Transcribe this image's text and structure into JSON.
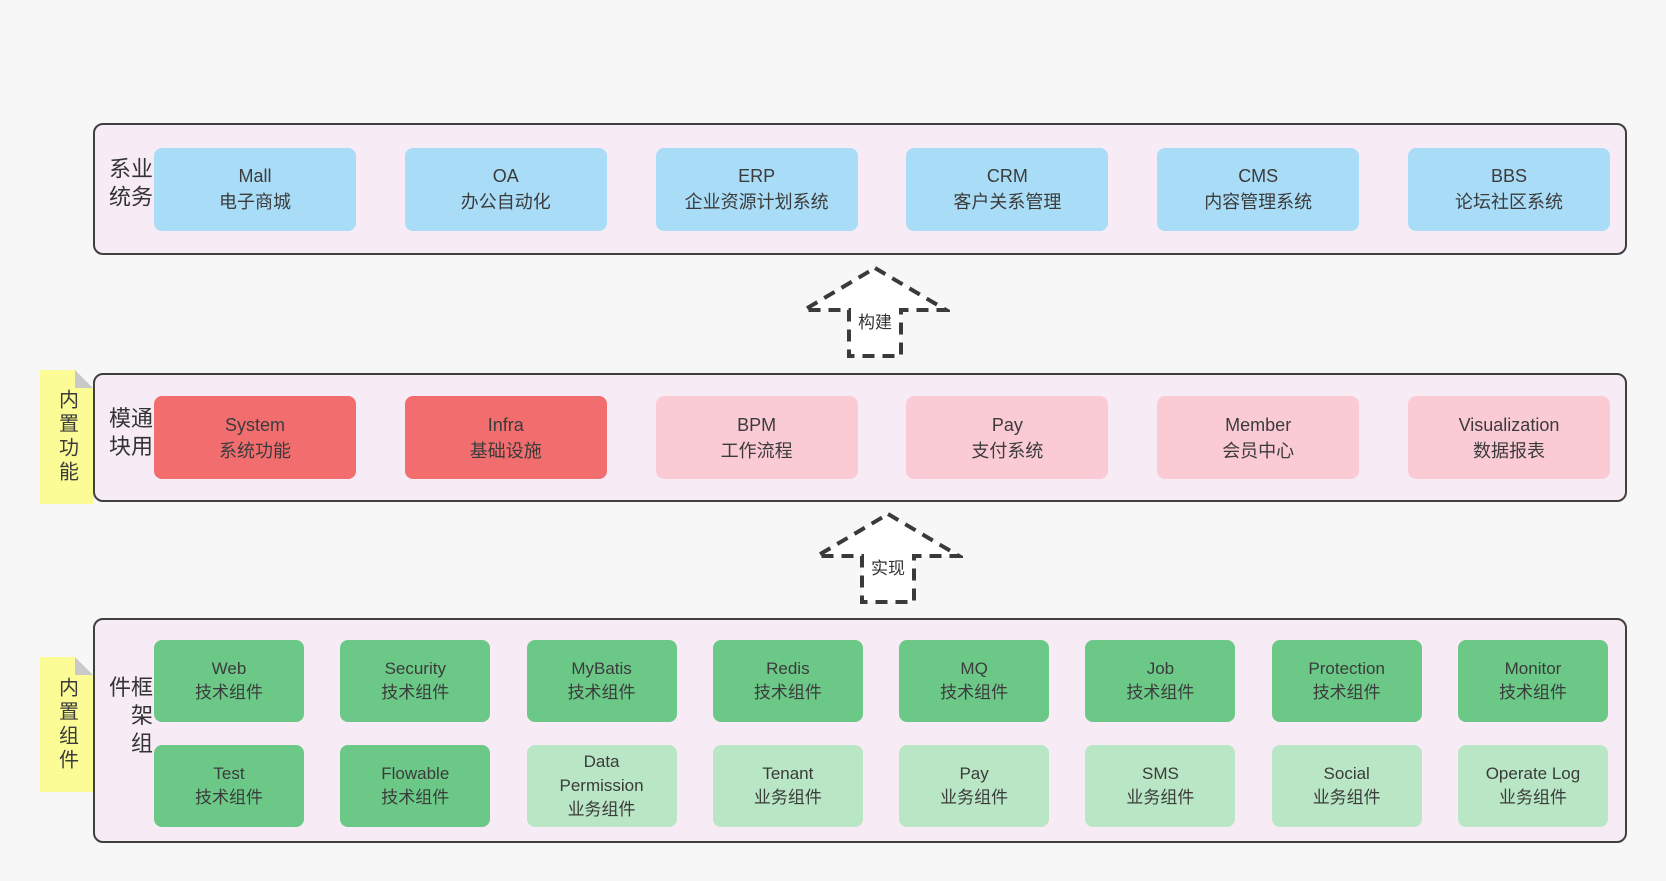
{
  "palette": {
    "page-bg": "#f7f7f7",
    "band-bg": "#f7ecf5",
    "band-border": "#3f3f3f",
    "blue": "#a9dcf7",
    "red": "#f26d6e",
    "pink": "#fbcbd5",
    "green": "#6bc887",
    "light-green": "#b9e6c4",
    "yellow": "#fbfc95",
    "fold-gray": "#c9c9c9",
    "text": "#3b3b3b",
    "arrow-stroke": "#3a3a3a"
  },
  "arrows": [
    {
      "label": "构建"
    },
    {
      "label": "实现"
    }
  ],
  "bands": [
    {
      "side_label": "业务系统",
      "boxes": [
        {
          "name": "Mall",
          "desc": "电子商城",
          "variant": "blue"
        },
        {
          "name": "OA",
          "desc": "办公自动化",
          "variant": "blue"
        },
        {
          "name": "ERP",
          "desc": "企业资源计划系统",
          "variant": "blue"
        },
        {
          "name": "CRM",
          "desc": "客户关系管理",
          "variant": "blue"
        },
        {
          "name": "CMS",
          "desc": "内容管理系统",
          "variant": "blue"
        },
        {
          "name": "BBS",
          "desc": "论坛社区系统",
          "variant": "blue"
        }
      ]
    },
    {
      "side_label": "通用模块",
      "note": "内置功能",
      "boxes": [
        {
          "name": "System",
          "desc": "系统功能",
          "variant": "red"
        },
        {
          "name": "Infra",
          "desc": "基础设施",
          "variant": "red"
        },
        {
          "name": "BPM",
          "desc": "工作流程",
          "variant": "pink"
        },
        {
          "name": "Pay",
          "desc": "支付系统",
          "variant": "pink"
        },
        {
          "name": "Member",
          "desc": "会员中心",
          "variant": "pink"
        },
        {
          "name": "Visualization",
          "desc": "数据报表",
          "variant": "pink"
        }
      ]
    },
    {
      "side_label": "框架组件",
      "note": "内置组件",
      "rows": [
        [
          {
            "name": "Web",
            "desc": "技术组件",
            "variant": "green"
          },
          {
            "name": "Security",
            "desc": "技术组件",
            "variant": "green"
          },
          {
            "name": "MyBatis",
            "desc": "技术组件",
            "variant": "green"
          },
          {
            "name": "Redis",
            "desc": "技术组件",
            "variant": "green"
          },
          {
            "name": "MQ",
            "desc": "技术组件",
            "variant": "green"
          },
          {
            "name": "Job",
            "desc": "技术组件",
            "variant": "green"
          },
          {
            "name": "Protection",
            "desc": "技术组件",
            "variant": "green"
          },
          {
            "name": "Monitor",
            "desc": "技术组件",
            "variant": "green"
          }
        ],
        [
          {
            "name": "Test",
            "desc": "技术组件",
            "variant": "green"
          },
          {
            "name": "Flowable",
            "desc": "技术组件",
            "variant": "green"
          },
          {
            "name": "Data Permission",
            "desc": "业务组件",
            "variant": "light-green"
          },
          {
            "name": "Tenant",
            "desc": "业务组件",
            "variant": "light-green"
          },
          {
            "name": "Pay",
            "desc": "业务组件",
            "variant": "light-green"
          },
          {
            "name": "SMS",
            "desc": "业务组件",
            "variant": "light-green"
          },
          {
            "name": "Social",
            "desc": "业务组件",
            "variant": "light-green"
          },
          {
            "name": "Operate Log",
            "desc": "业务组件",
            "variant": "light-green"
          }
        ]
      ]
    }
  ]
}
